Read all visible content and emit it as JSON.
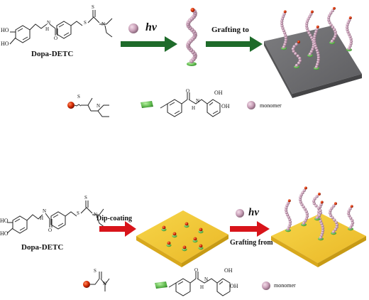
{
  "top_scheme": {
    "molecule_label": "Dopa-DETC",
    "oh1": "HO",
    "oh2": "HO",
    "nh": "H",
    "n_atom": "N",
    "o_atom": "O",
    "s1": "S",
    "s2": "S",
    "n2": "N",
    "light_label": "hv",
    "step_label": "Grafting to"
  },
  "top_legend": {
    "monomer_label": "monomer",
    "s_label": "S",
    "n_label": "N",
    "oh_a": "OH",
    "oh_b": "OH",
    "nh_label": "H",
    "n_label2": "N",
    "o_label": "O"
  },
  "bottom_scheme": {
    "molecule_label": "Dopa-DETC",
    "oh1": "HO",
    "oh2": "HO",
    "nh": "H",
    "n_atom": "N",
    "o_atom": "O",
    "s1": "S",
    "s2": "S",
    "n2": "N",
    "step1_label": "Dip-coating",
    "light_label": "hv",
    "step2_label": "Grafting from"
  },
  "bottom_legend": {
    "monomer_label": "monomer",
    "s_label": "S",
    "n_label": "N",
    "oh_a": "OH",
    "oh_b": "OH",
    "nh_label": "H",
    "n_label2": "N",
    "o_label": "O"
  },
  "colors": {
    "arrow_green": "#1e6b2a",
    "arrow_red": "#d8141a",
    "substrate_gray": "#6e6e70",
    "substrate_yellow": "#f0c63a",
    "monomer_pink": "#c9a0b8",
    "initiator_red": "#cc2200",
    "anchor_green": "#5ab84a"
  }
}
